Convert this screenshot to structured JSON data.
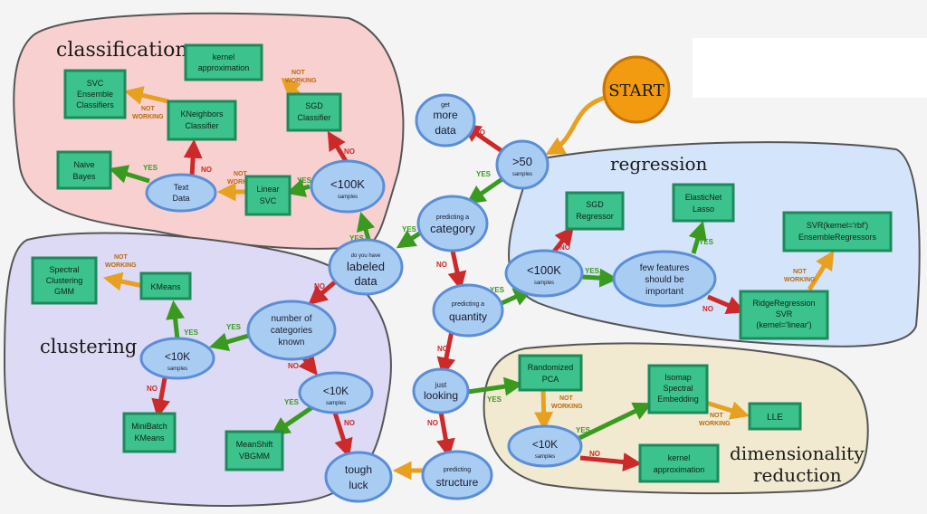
{
  "colors": {
    "yes": "#3a9a1f",
    "no": "#cc2a2a",
    "not_working": "#e8a020",
    "start_fill": "#f29a10",
    "node_fill": "#a9cdf2",
    "node_stroke": "#5b8ed6",
    "box_fill": "#3cc28c",
    "box_stroke": "#1e8a5b",
    "classification_bg": "#f8d0d0",
    "clustering_bg": "#dcdaf4",
    "regression_bg": "#d4e4fa",
    "dimensionality_bg": "#f1ead0"
  },
  "edge_labels": {
    "yes": "YES",
    "no": "NO",
    "not_working": [
      "NOT",
      "WORKING"
    ]
  },
  "regions": {
    "classification": "classification",
    "clustering": "clustering",
    "regression": "regression",
    "dimensionality": [
      "dimensionality",
      "reduction"
    ]
  },
  "start": "START",
  "decisions": {
    "more_data": [
      "get",
      "more",
      "data"
    ],
    "gt50": [
      ">50",
      "samples"
    ],
    "category": [
      "predicting a",
      "category"
    ],
    "labeled": [
      "do you have",
      "labeled",
      "data"
    ],
    "quantity": [
      "predicting a",
      "quantity"
    ],
    "looking": [
      "just",
      "looking"
    ],
    "structure": [
      "predicting",
      "structure"
    ],
    "tough": [
      "tough",
      "luck"
    ],
    "c100k": [
      "<100K",
      "samples"
    ],
    "text_data": [
      "Text",
      "Data"
    ],
    "num_cat": [
      "number of",
      "categories",
      "known"
    ],
    "k10_cluster": [
      "<10K",
      "samples"
    ],
    "k10_ms": [
      "<10K",
      "samples"
    ],
    "r100k": [
      "<100K",
      "samples"
    ],
    "few_features": [
      "few features",
      "should be",
      "important"
    ],
    "d10k": [
      "<10K",
      "samples"
    ]
  },
  "estimators": {
    "kernel_approx_clf": [
      "kernel",
      "approximation"
    ],
    "sgd_clf": [
      "SGD",
      "Classifier"
    ],
    "kneighbors": [
      "KNeighbors",
      "Classifier"
    ],
    "svc_ens": [
      "SVC",
      "Ensemble",
      "Classifiers"
    ],
    "naive_bayes": [
      "Naive",
      "Bayes"
    ],
    "linear_svc": [
      "Linear",
      "SVC"
    ],
    "spectral": [
      "Spectral",
      "Clustering",
      "GMM"
    ],
    "kmeans": [
      "KMeans"
    ],
    "minibatch": [
      "MiniBatch",
      "KMeans"
    ],
    "meanshift": [
      "MeanShift",
      "VBGMM"
    ],
    "sgd_reg": [
      "SGD",
      "Regressor"
    ],
    "elasticnet": [
      "ElasticNet",
      "Lasso"
    ],
    "svr_rbf": [
      "SVR(kernel='rbf')",
      "EnsembleRegressors"
    ],
    "ridge": [
      "RidgeRegression",
      "SVR",
      "(kernel='linear')"
    ],
    "randomized_pca": [
      "Randomized",
      "PCA"
    ],
    "isomap": [
      "Isomap",
      "Spectral",
      "Embedding"
    ],
    "lle": [
      "LLE"
    ],
    "kernel_approx_dim": [
      "kernel",
      "approximation"
    ]
  }
}
